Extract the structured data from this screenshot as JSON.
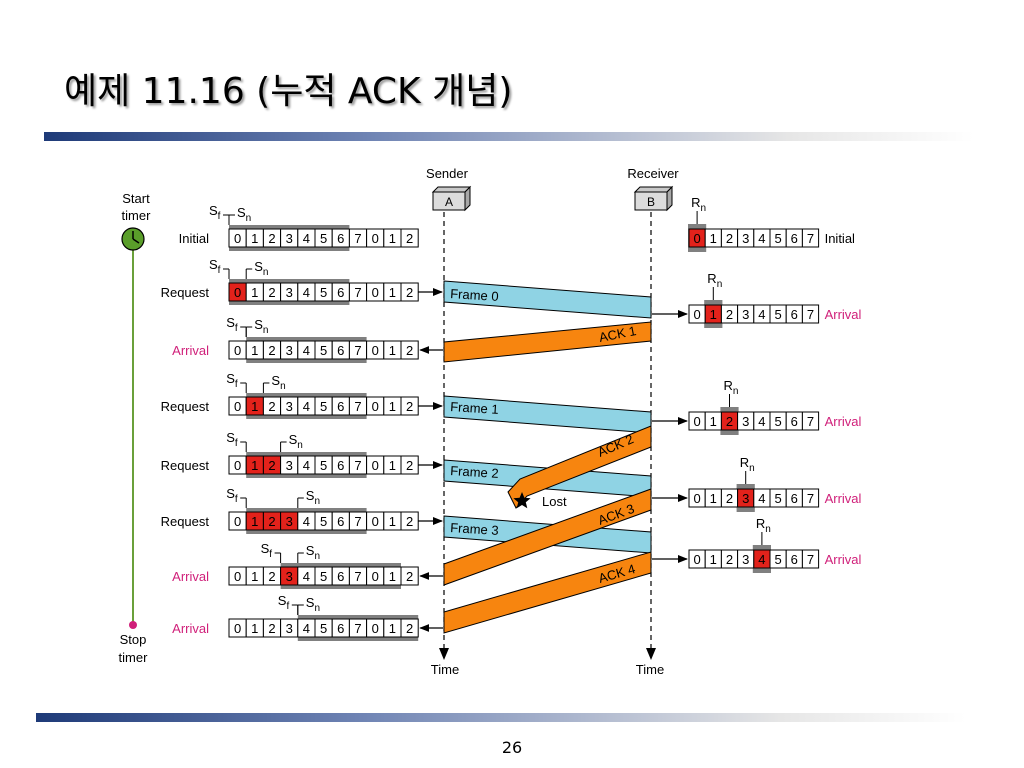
{
  "slide": {
    "title": "예제 11.16 (누적 ACK 개념)",
    "page_number": "26"
  },
  "colors": {
    "frame_fill": "#8fd3e4",
    "ack_fill": "#f7850f",
    "highlight_red": "#e3221b",
    "arrival_text": "#d0207a",
    "timer_green": "#5a9e2a",
    "stop_dot": "#d0207a",
    "title_bar": "#1e3a78"
  },
  "labels": {
    "sender": "Sender",
    "receiver": "Receiver",
    "node_a": "A",
    "node_b": "B",
    "time": "Time",
    "start_timer": [
      "Start",
      "timer"
    ],
    "stop_timer": [
      "Stop",
      "timer"
    ],
    "lost": "Lost",
    "sf": "S",
    "sf_sub": "f",
    "sn": "S",
    "sn_sub": "n",
    "rn": "R",
    "rn_sub": "n"
  },
  "sender_rows": [
    {
      "label": "Initial",
      "label_color": "black",
      "sf": 0,
      "sn": 0,
      "red": [],
      "window_start": 0
    },
    {
      "label": "Request",
      "label_color": "black",
      "sf": 0,
      "sn": 1,
      "red": [
        0
      ],
      "window_start": 0
    },
    {
      "label": "Arrival",
      "label_color": "magenta",
      "sf": 1,
      "sn": 1,
      "red": [],
      "window_start": 1
    },
    {
      "label": "Request",
      "label_color": "black",
      "sf": 1,
      "sn": 2,
      "red": [
        1
      ],
      "window_start": 1
    },
    {
      "label": "Request",
      "label_color": "black",
      "sf": 1,
      "sn": 3,
      "red": [
        1,
        2
      ],
      "window_start": 1
    },
    {
      "label": "Request",
      "label_color": "black",
      "sf": 1,
      "sn": 4,
      "red": [
        1,
        2,
        3
      ],
      "window_start": 1
    },
    {
      "label": "Arrival",
      "label_color": "magenta",
      "sf": 3,
      "sn": 4,
      "red": [
        3
      ],
      "window_start": 3
    },
    {
      "label": "Arrival",
      "label_color": "magenta",
      "sf": 4,
      "sn": 4,
      "red": [],
      "window_start": 4
    }
  ],
  "sender_sequence": [
    "0",
    "1",
    "2",
    "3",
    "4",
    "5",
    "6",
    "7",
    "0",
    "1",
    "2"
  ],
  "receiver_rows": [
    {
      "label": "Initial",
      "label_color": "black",
      "rn": 0
    },
    {
      "label": "Arrival",
      "label_color": "magenta",
      "rn": 1
    },
    {
      "label": "Arrival",
      "label_color": "magenta",
      "rn": 2
    },
    {
      "label": "Arrival",
      "label_color": "magenta",
      "rn": 3
    },
    {
      "label": "Arrival",
      "label_color": "magenta",
      "rn": 4
    }
  ],
  "receiver_sequence": [
    "0",
    "1",
    "2",
    "3",
    "4",
    "5",
    "6",
    "7"
  ],
  "frames": [
    {
      "label": "Frame 0",
      "lost": false
    },
    {
      "label": "Frame 1",
      "lost": false
    },
    {
      "label": "Frame 2",
      "lost": false
    },
    {
      "label": "Frame 3",
      "lost": false
    }
  ],
  "acks": [
    {
      "label": "ACK 1",
      "lost": false
    },
    {
      "label": "ACK 2",
      "lost": true
    },
    {
      "label": "ACK 3",
      "lost": false
    },
    {
      "label": "ACK 4",
      "lost": false
    }
  ]
}
